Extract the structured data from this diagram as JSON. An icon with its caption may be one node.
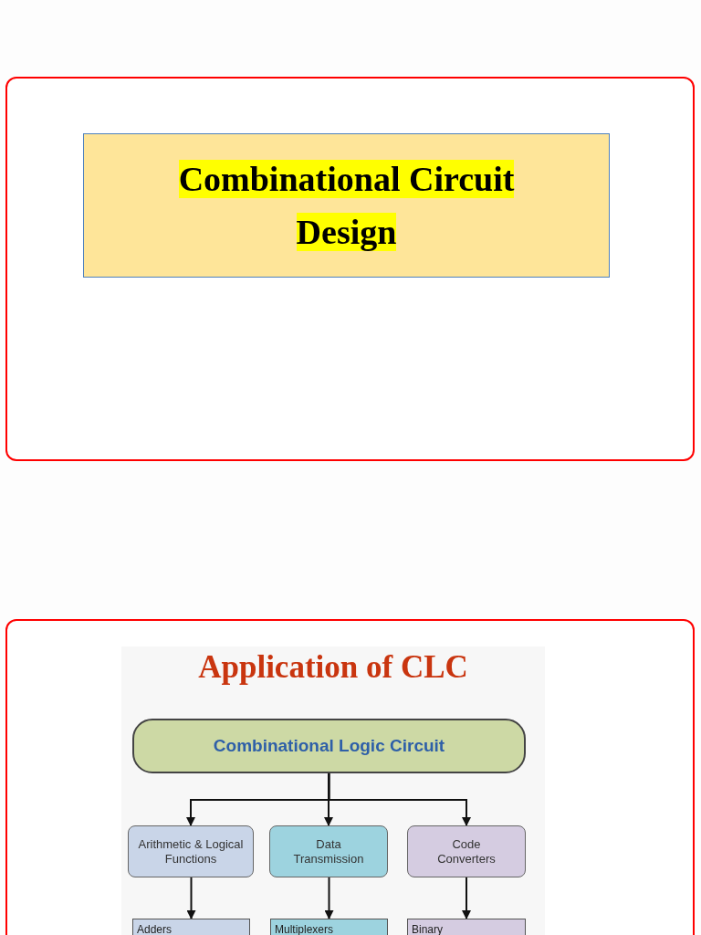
{
  "diagram": {
    "nodes": [
      {
        "text": [
          "Combinational Circuit Design"
        ]
      },
      {
        "text": [
          "Combinational Logic Circuit"
        ]
      },
      {
        "text": [
          "Arithmetic & Logical Functions"
        ]
      },
      {
        "text": [
          "Data Transmission"
        ]
      },
      {
        "text": [
          "Code Converters"
        ]
      },
      {
        "text": [
          "Adders"
        ]
      },
      {
        "text": [
          "Multiplexers"
        ]
      },
      {
        "text": [
          "Binary"
        ]
      }
    ],
    "edges": [
      {
        "from": 1,
        "to": 2,
        "arrow": "to"
      },
      {
        "from": 1,
        "to": 3,
        "arrow": "to"
      },
      {
        "from": 1,
        "to": 4,
        "arrow": "to"
      },
      {
        "from": 2,
        "to": 5,
        "arrow": "to"
      },
      {
        "from": 3,
        "to": 6,
        "arrow": "to"
      },
      {
        "from": 4,
        "to": 7,
        "arrow": "to"
      }
    ],
    "labels": [
      "Application of CLC"
    ]
  }
}
